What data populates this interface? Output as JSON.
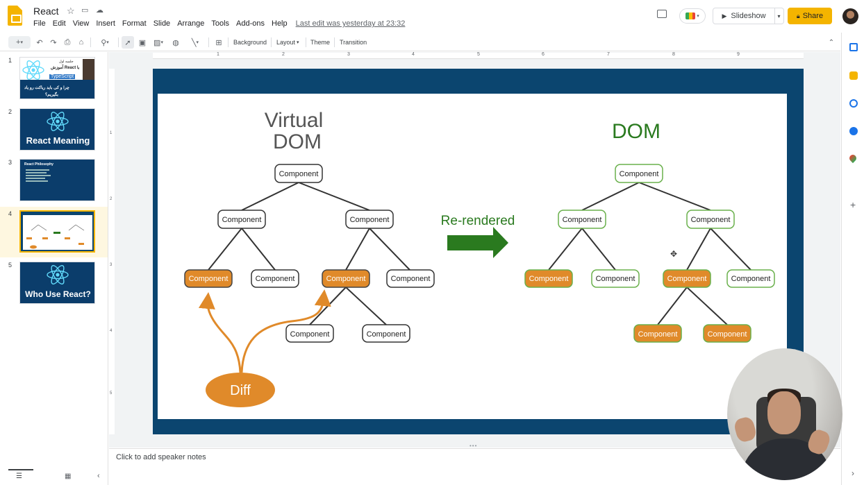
{
  "app": {
    "doc_title": "React",
    "menu": [
      "File",
      "Edit",
      "View",
      "Insert",
      "Format",
      "Slide",
      "Arrange",
      "Tools",
      "Add-ons",
      "Help"
    ],
    "last_edit": "Last edit was yesterday at 23:32",
    "slideshow_label": "Slideshow",
    "share_label": "Share"
  },
  "toolbar": {
    "background_label": "Background",
    "layout_label": "Layout",
    "theme_label": "Theme",
    "transition_label": "Transition"
  },
  "ruler": {
    "h_marks": [
      "1",
      "2",
      "3",
      "4",
      "5",
      "6",
      "7",
      "8",
      "9"
    ],
    "v_marks": [
      "1",
      "2",
      "3",
      "4",
      "5"
    ]
  },
  "thumbnails": [
    {
      "num": "1",
      "line1": "جلسه اول",
      "line2": "آموزش React با",
      "line3": "TypeScript",
      "line4": "چرا و کی باید ریاکت رو یاد",
      "line5": "بگیریم؟"
    },
    {
      "num": "2",
      "title": "React Meaning"
    },
    {
      "num": "3",
      "title": "React Philosophy"
    },
    {
      "num": "4",
      "title": ""
    },
    {
      "num": "5",
      "title": "Who Use React?"
    }
  ],
  "slide": {
    "left_heading_line1": "Virtual",
    "left_heading_line2": "DOM",
    "right_heading": "DOM",
    "arrow_label": "Re-rendered",
    "diff_label": "Diff",
    "node_label": "Component"
  },
  "notes_placeholder": "Click to add speaker notes",
  "colors": {
    "accent_yellow": "#f4b400",
    "slide_frame": "#0b456f",
    "orange": "#e08a2a",
    "green": "#2a7a1f",
    "green_border": "#6ab04c"
  }
}
